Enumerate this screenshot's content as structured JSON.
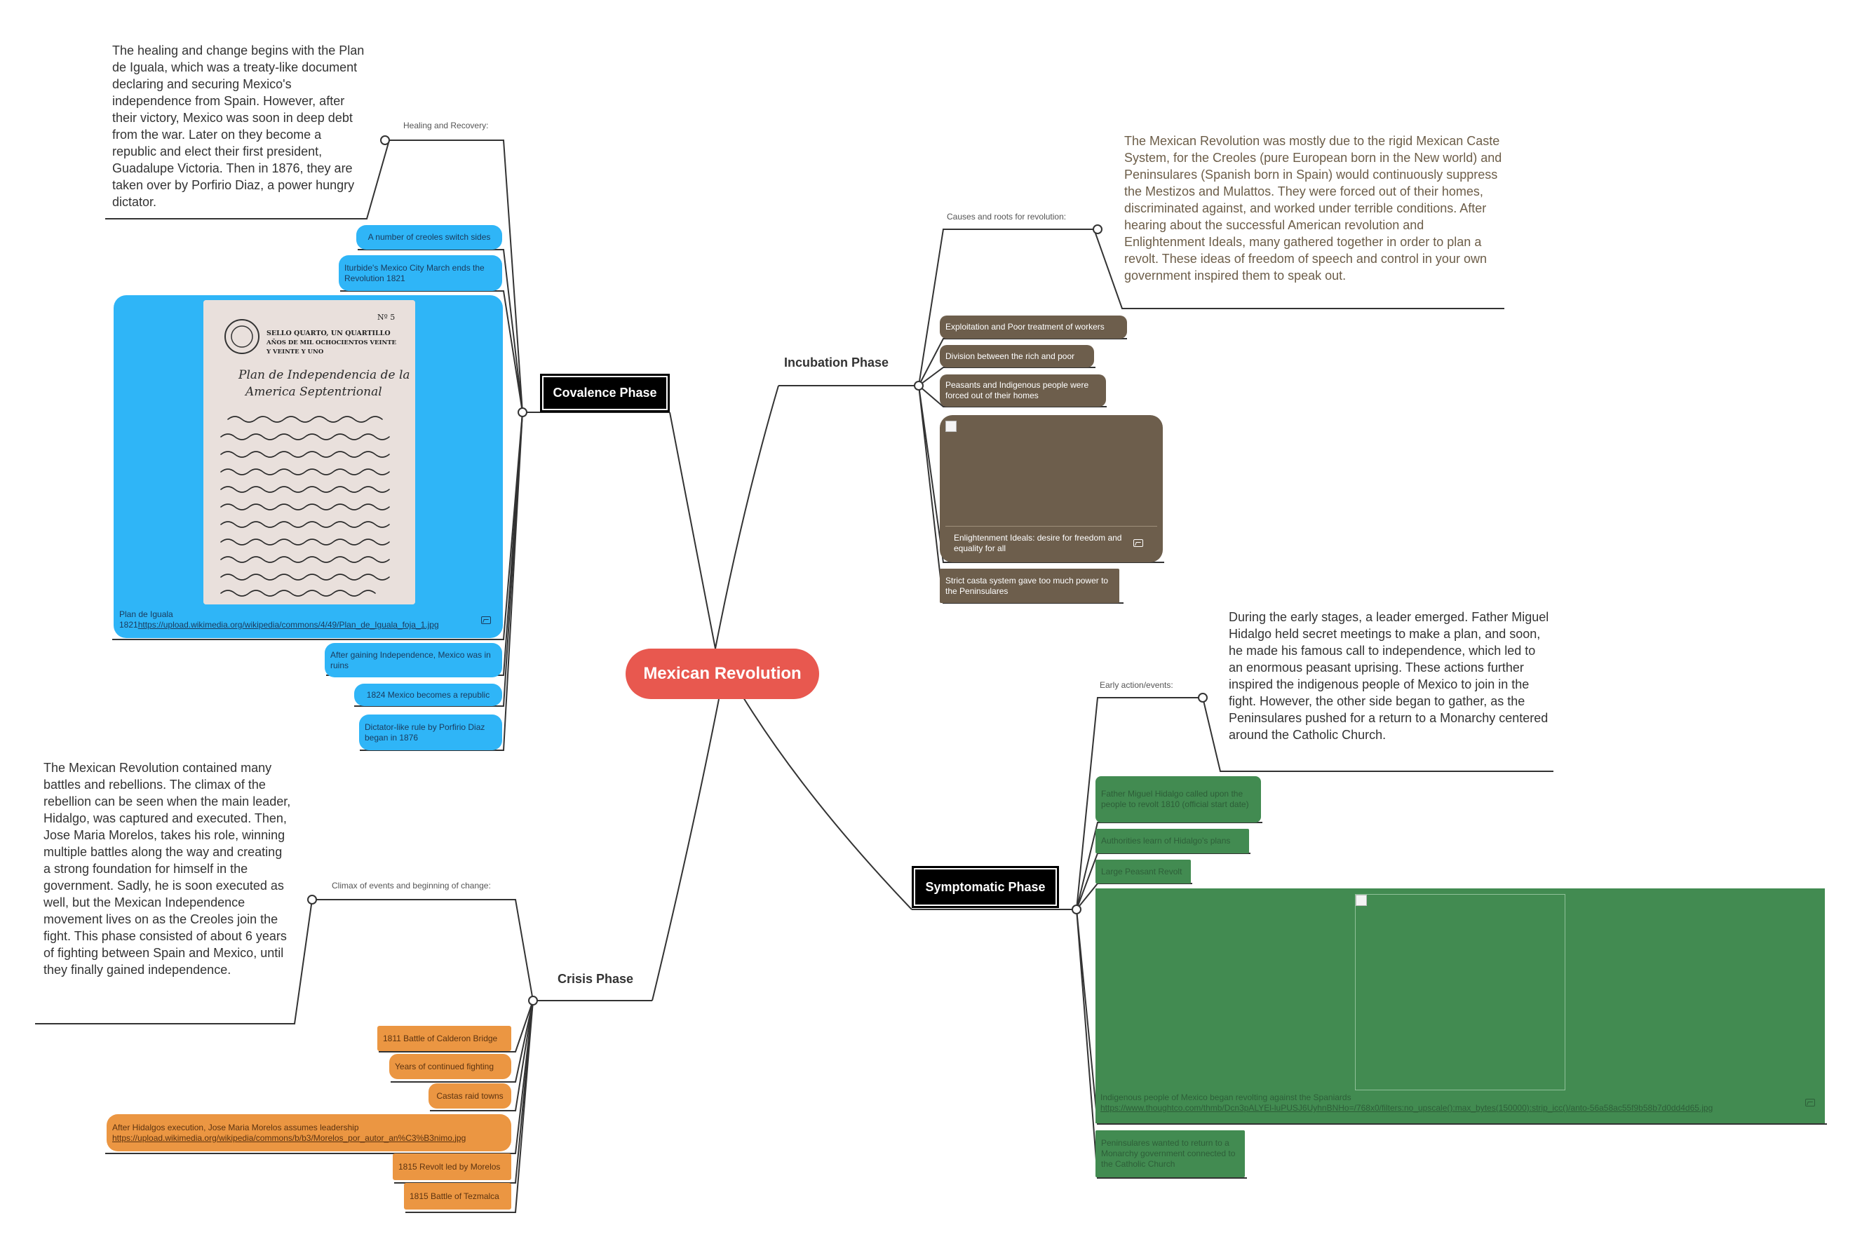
{
  "central": "Mexican Revolution",
  "covalence": {
    "title": "Covalence Phase",
    "label": "Healing and Recovery:",
    "paragraph": "The healing and change begins with the Plan de Iguala, which was a treaty-like document declaring and securing Mexico's independence from Spain. However, after their victory, Mexico was soon in deep debt from the war. Later on they become a republic and elect their first president, Guadalupe Victoria. Then in 1876, they are taken over by Porfirio Diaz, a power hungry dictator.",
    "items": [
      "A number of creoles switch sides",
      "Iturbide's Mexico City March ends the Revolution 1821",
      "After gaining Independence, Mexico was in ruins",
      "1824 Mexico becomes a republic",
      "Dictator-like rule by Porfirio Diaz began in 1876"
    ],
    "image_card": {
      "caption": "Plan de Iguala 1821",
      "url": "https://upload.wikimedia.org/wikipedia/commons/4/49/Plan_de_Iguala_foja_1.jpg"
    }
  },
  "incubation": {
    "title": "Incubation Phase",
    "label": "Causes and roots for revolution:",
    "paragraph": "The Mexican Revolution was mostly due to the rigid Mexican Caste System, for the Creoles (pure European born in the New world) and Peninsulares (Spanish born in Spain) would continuously suppress the Mestizos and Mulattos. They were forced out of their homes, discriminated against, and worked under terrible conditions. After hearing about the successful American revolution and Enlightenment Ideals, many gathered together in order to plan a revolt. These ideas of freedom of speech and control in your own government inspired them to speak out.",
    "items": [
      "Exploitation and Poor treatment of workers",
      "Division between the rich and poor",
      "Peasants and Indigenous people were forced out of their homes",
      "Strict casta system gave too much power to the Peninsulares"
    ],
    "image_card": {
      "caption": "Enlightenment Ideals: desire for freedom and equality for all"
    }
  },
  "symptomatic": {
    "title": "Symptomatic Phase",
    "label": "Early action/events:",
    "paragraph": "During the early stages, a leader emerged. Father Miguel Hidalgo held secret meetings to make a plan, and soon, he made his famous call to independence, which led to an enormous peasant uprising. These actions further inspired the indigenous people of Mexico to join in the fight. However, the other side began to gather, as the Peninsulares pushed for a return to a Monarchy centered around the Catholic Church.",
    "items": [
      "Father Miguel Hidalgo called upon the people to revolt 1810 (official start date)",
      "Authorities learn of Hidalgo's plans",
      "Large Peasant Revolt",
      "Peninsulares wanted to return to a Monarchy government connected to the Catholic Church"
    ],
    "image_card": {
      "caption": "Indigenous people of Mexico began revolting against the Spaniards",
      "url": "https://www.thoughtco.com/thmb/Dcn3pALYEl-luPUSJ6UyhnBNHo=/768x0/filters:no_upscale():max_bytes(150000):strip_icc()/anto-56a58ac55f9b58b7d0dd4d65.jpg"
    }
  },
  "crisis": {
    "title": "Crisis Phase",
    "label": "Climax of events and beginning of change:",
    "paragraph": "The Mexican Revolution contained many battles and rebellions. The climax of the rebellion can be seen when the main leader, Hidalgo, was captured and executed. Then, Jose Maria Morelos, takes his role, winning multiple battles along the way and creating a strong foundation for himself in the government. Sadly, he is soon executed as well, but the Mexican Independence movement lives on as the Creoles join the fight. This phase consisted of about 6 years of fighting between Spain and Mexico, until they finally gained independence.",
    "items": [
      "1811 Battle of Calderon Bridge",
      "Years of continued fighting",
      "Castas raid towns",
      "1815 Revolt led by Morelos",
      "1815 Battle of Tezmalca"
    ],
    "morelos": {
      "text": "After Hidalgos execution, Jose Maria Morelos assumes leadership",
      "url": "https://upload.wikimedia.org/wikipedia/commons/b/b3/Morelos_por_autor_an%C3%B3nimo.jpg"
    }
  },
  "document_image": {
    "text_lines": [
      "Nº 5",
      "SELLO QUARTO, UN QUARTILLO",
      "AÑOS DE MIL OCHOCIENTOS VEINTE",
      "Y VEINTE Y UNO",
      "Plan de Independencia de la",
      "America Septentrional"
    ]
  },
  "colors": {
    "root": "#e8584f",
    "covalence": "#2fb5f7",
    "incubation": "#6d5e4c",
    "symptomatic": "#428b51",
    "crisis": "#eb9642",
    "phase_dark": "#000000",
    "line": "#333333"
  }
}
